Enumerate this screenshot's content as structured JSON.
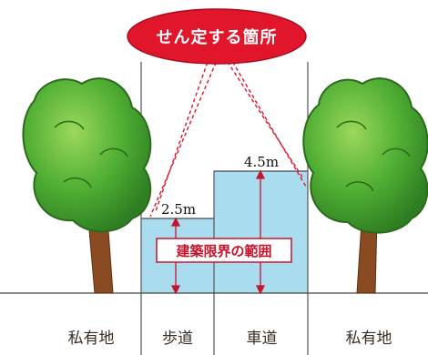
{
  "callout": {
    "label": "せん定する箇所",
    "color": "#e1162b"
  },
  "clearance": {
    "label": "建築限界の範囲",
    "fill_color": "#a9dcef",
    "line_color": "#c8132b"
  },
  "heights": {
    "sidewalk": "2.5m",
    "roadway": "4.5m"
  },
  "zones": {
    "private_left": "私有地",
    "sidewalk": "歩道",
    "roadway": "車道",
    "private_right": "私有地"
  },
  "colors": {
    "foliage": "#3f9a2a",
    "foliage_light": "#7cc94a",
    "trunk": "#8a4a22"
  }
}
